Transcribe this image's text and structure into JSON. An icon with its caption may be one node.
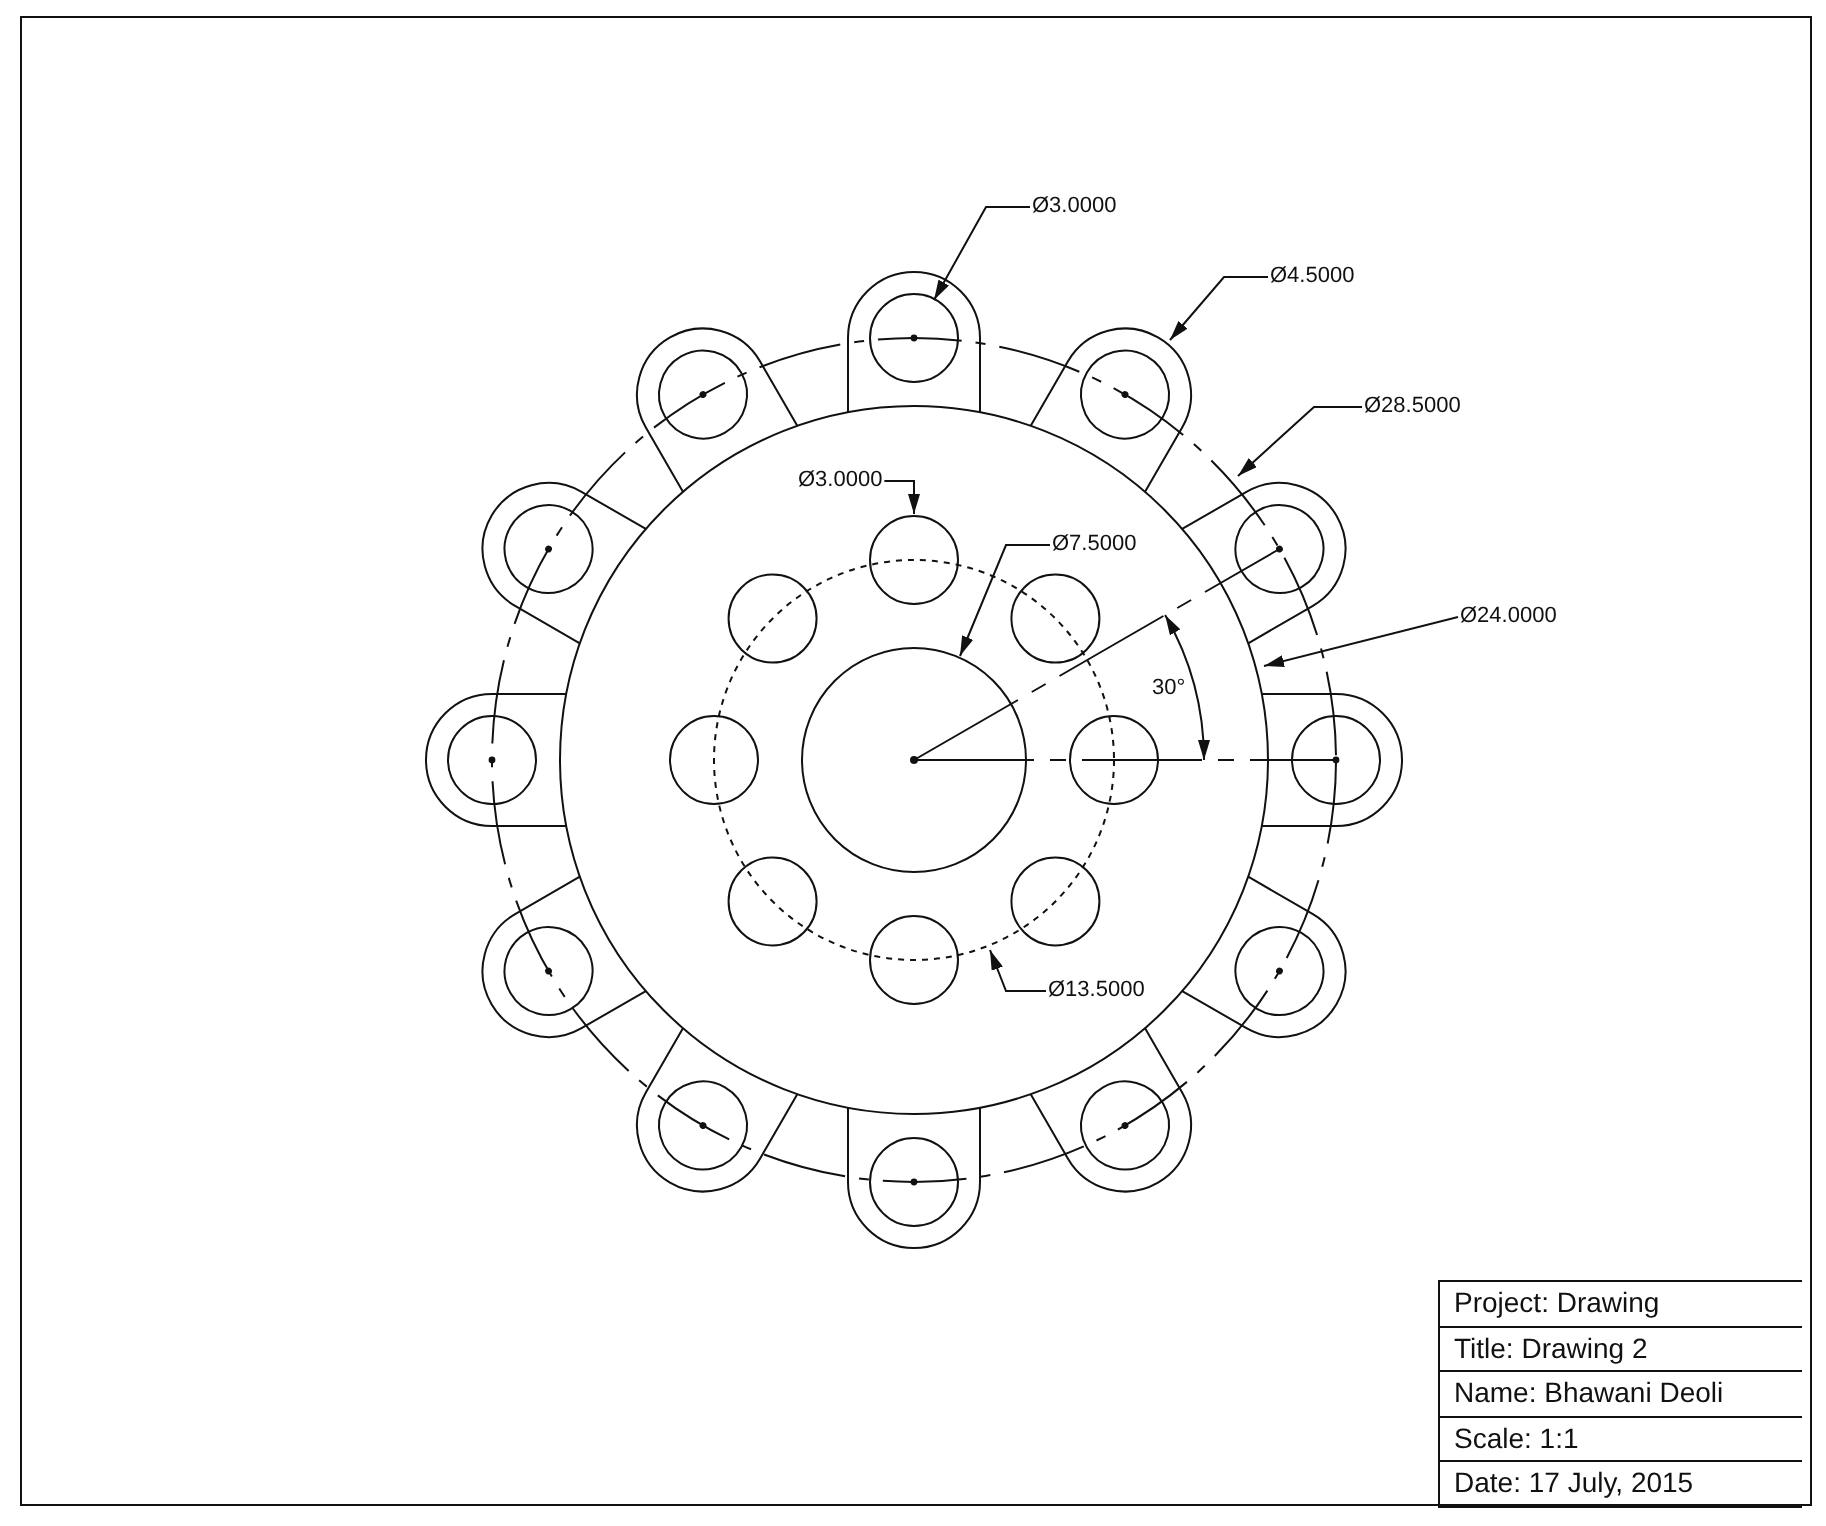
{
  "diagram": {
    "nodes": [
      {
        "text": [
          "Ø3.0000"
        ]
      },
      {
        "text": [
          "Ø4.5000"
        ]
      },
      {
        "text": [
          "Ø28.5000"
        ]
      },
      {
        "text": [
          "Ø3.0000"
        ]
      },
      {
        "text": [
          "Ø7.5000"
        ]
      },
      {
        "text": [
          "Ø24.0000"
        ]
      },
      {
        "text": [
          "Ø13.5000"
        ]
      }
    ],
    "edges": [
      {
        "from": 0,
        "to": null,
        "arrow": "to"
      },
      {
        "from": 1,
        "to": null,
        "arrow": "to"
      },
      {
        "from": 2,
        "to": null,
        "arrow": "to"
      },
      {
        "from": 3,
        "to": null,
        "arrow": "to"
      },
      {
        "from": 4,
        "to": null,
        "arrow": "to"
      },
      {
        "from": 5,
        "to": null,
        "arrow": "to"
      },
      {
        "from": 6,
        "to": null,
        "arrow": "to"
      }
    ],
    "labels": [
      "30°",
      "Project: Drawing",
      "Title: Drawing 2",
      "Name: Bhawani Deoli",
      "Scale: 1:1",
      "Date: 17 July, 2015"
    ]
  }
}
